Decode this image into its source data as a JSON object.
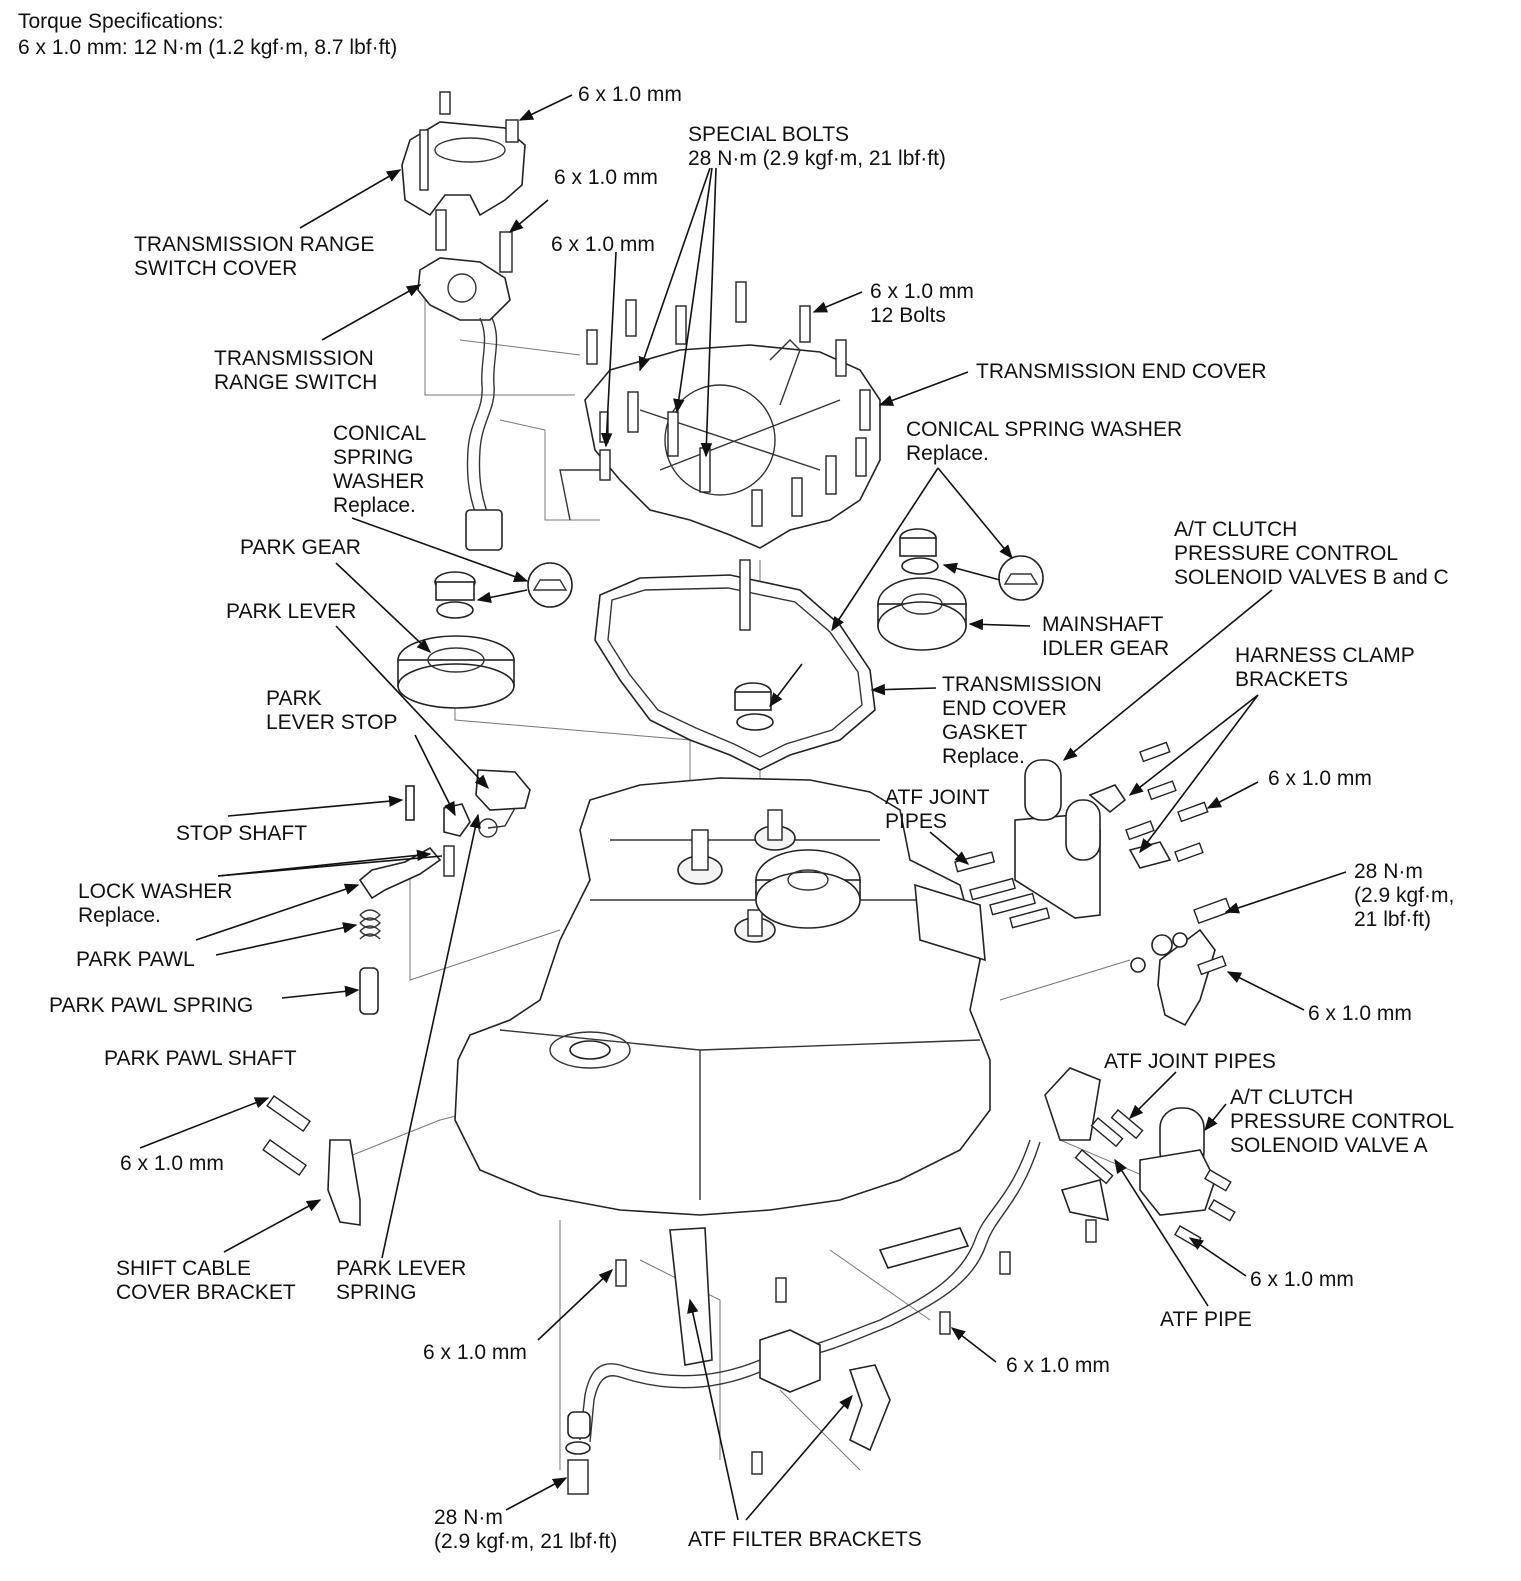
{
  "header": {
    "torque_title": "Torque Specifications:",
    "torque_spec": "6 x 1.0 mm: 12 N·m (1.2 kgf·m, 8.7 lbf·ft)"
  },
  "labels": {
    "bolt_6x1_a": "6 x 1.0 mm",
    "special_bolts_1": "SPECIAL BOLTS",
    "special_bolts_2": "28 N·m (2.9 kgf·m, 21 lbf·ft)",
    "bolt_6x1_b": "6 x 1.0 mm",
    "bolt_6x1_c": "6 x 1.0 mm",
    "bolts12_1": "6 x 1.0 mm",
    "bolts12_2": "12 Bolts",
    "trs_cover_1": "TRANSMISSION RANGE",
    "trs_cover_2": "SWITCH COVER",
    "trs_1": "TRANSMISSION",
    "trs_2": "RANGE SWITCH",
    "end_cover": "TRANSMISSION END COVER",
    "csw_left_1": "CONICAL",
    "csw_left_2": "SPRING",
    "csw_left_3": "WASHER",
    "csw_left_4": "Replace.",
    "csw_right_1": "CONICAL SPRING WASHER",
    "csw_right_2": "Replace.",
    "park_gear": "PARK GEAR",
    "park_lever": "PARK LEVER",
    "park_lever_stop_1": "PARK",
    "park_lever_stop_2": "LEVER STOP",
    "stop_shaft": "STOP SHAFT",
    "lock_washer_1": "LOCK WASHER",
    "lock_washer_2": "Replace.",
    "park_pawl": "PARK PAWL",
    "park_pawl_spring": "PARK PAWL SPRING",
    "park_pawl_shaft": "PARK PAWL SHAFT",
    "bolt_6x1_left": "6 x 1.0 mm",
    "scc_bracket_1": "SHIFT CABLE",
    "scc_bracket_2": "COVER BRACKET",
    "plspring_1": "PARK LEVER",
    "plspring_2": "SPRING",
    "solbc_1": "A/T CLUTCH",
    "solbc_2": "PRESSURE CONTROL",
    "solbc_3": "SOLENOID VALVES B and C",
    "mainshaft_1": "MAINSHAFT",
    "mainshaft_2": "IDLER GEAR",
    "harness_1": "HARNESS CLAMP",
    "harness_2": "BRACKETS",
    "gasket_1": "TRANSMISSION",
    "gasket_2": "END COVER",
    "gasket_3": "GASKET",
    "gasket_4": "Replace.",
    "atf_joint_top_1": "ATF JOINT",
    "atf_joint_top_2": "PIPES",
    "bolt_6x1_right1": "6 x 1.0 mm",
    "torque_28_1": "28 N·m",
    "torque_28_2": "(2.9 kgf·m,",
    "torque_28_3": "21 lbf·ft)",
    "bolt_6x1_right2": "6 x 1.0 mm",
    "atf_joint_right": "ATF JOINT PIPES",
    "sola_1": "A/T CLUTCH",
    "sola_2": "PRESSURE CONTROL",
    "sola_3": "SOLENOID VALVE A",
    "bolt_6x1_right3": "6 x 1.0 mm",
    "atf_pipe": "ATF PIPE",
    "bolt_6x1_bottom_l": "6 x 1.0 mm",
    "bolt_6x1_bottom_r": "6 x 1.0 mm",
    "torque_bottom_1": "28 N·m",
    "torque_bottom_2": "(2.9 kgf·m, 21 lbf·ft)",
    "atf_filter": "ATF FILTER BRACKETS"
  }
}
